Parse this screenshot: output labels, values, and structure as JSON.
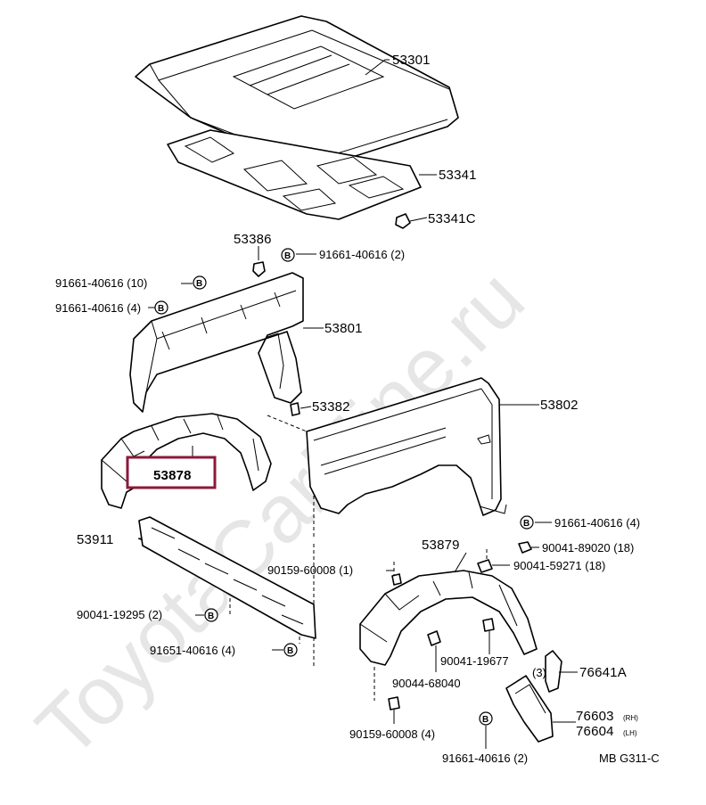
{
  "watermark": "ToyotaCarMine.ru",
  "drawing_code": "MB G311-C",
  "highlight": {
    "part": "53878",
    "color": "#8b1a3a"
  },
  "labels": {
    "p53301": "53301",
    "p53341": "53341",
    "p53341c": "53341C",
    "p53386": "53386",
    "b1": "91661-40616 (2)",
    "b2": "91661-40616 (10)",
    "b3": "91661-40616 (4)",
    "p53801": "53801",
    "p53382": "53382",
    "p53802": "53802",
    "p53878": "53878",
    "b4": "91661-40616 (4)",
    "p53911": "53911",
    "c1": "90041-89020 (18)",
    "p53879": "53879",
    "c2": "90159-60008 (1)",
    "c3": "90041-59271 (18)",
    "c4": "90041-19295 (2)",
    "c5": "90041-19677",
    "c6": "91651-40616 (4)",
    "q3": "(3)",
    "p76641a": "76641A",
    "c7": "90044-68040",
    "p76603": "76603",
    "p76603s": "(RH)",
    "p76604": "76604",
    "p76604s": "(LH)",
    "c8": "90159-60008 (4)",
    "b5": "91661-40616 (2)"
  },
  "bolt_mark": "B"
}
